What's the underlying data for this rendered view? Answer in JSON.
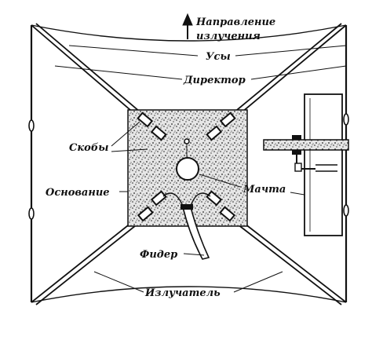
{
  "diagram": {
    "labels": {
      "direction_line1": "Направление",
      "direction_line2": "излучения",
      "whiskers": "Усы",
      "director": "Директор",
      "brackets": "Скобы",
      "base": "Основание",
      "mast": "Мачта",
      "feeder": "Фидер",
      "radiator": "Излучатель"
    },
    "colors": {
      "ink": "#111111",
      "paper": "#ffffff",
      "board_fill": "#d9d9d9"
    }
  }
}
